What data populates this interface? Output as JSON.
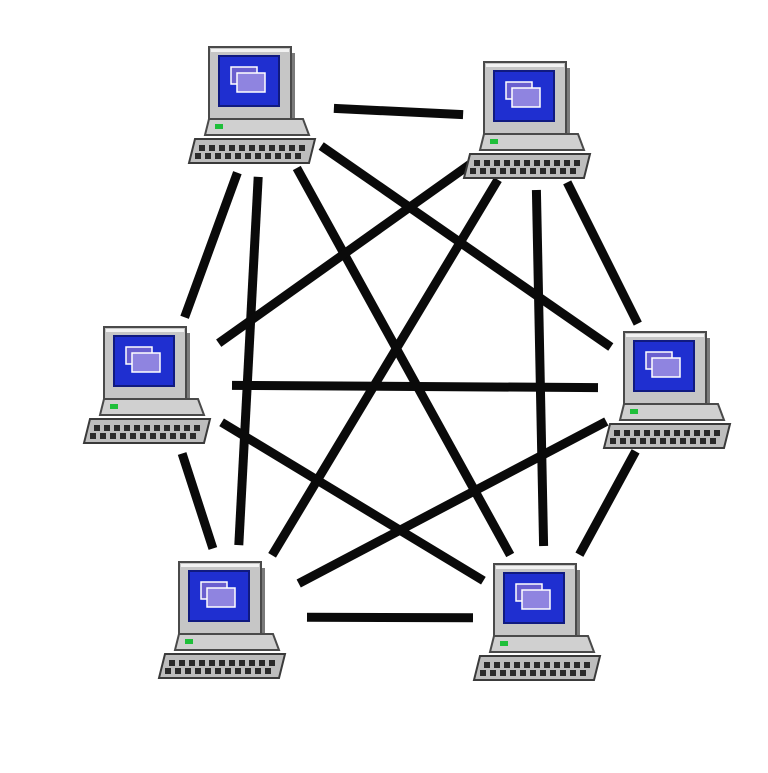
{
  "diagram": {
    "type": "full-mesh-network",
    "node_icon": "desktop-computer-icon",
    "nodes": [
      {
        "id": "top-left"
      },
      {
        "id": "top-right"
      },
      {
        "id": "middle-left"
      },
      {
        "id": "middle-right"
      },
      {
        "id": "bottom-left"
      },
      {
        "id": "bottom-right"
      }
    ],
    "links": [
      [
        "top-left",
        "top-right"
      ],
      [
        "top-left",
        "middle-left"
      ],
      [
        "top-left",
        "middle-right"
      ],
      [
        "top-left",
        "bottom-left"
      ],
      [
        "top-left",
        "bottom-right"
      ],
      [
        "top-right",
        "middle-left"
      ],
      [
        "top-right",
        "middle-right"
      ],
      [
        "top-right",
        "bottom-left"
      ],
      [
        "top-right",
        "bottom-right"
      ],
      [
        "middle-left",
        "middle-right"
      ],
      [
        "middle-left",
        "bottom-left"
      ],
      [
        "middle-left",
        "bottom-right"
      ],
      [
        "middle-right",
        "bottom-left"
      ],
      [
        "middle-right",
        "bottom-right"
      ],
      [
        "bottom-left",
        "bottom-right"
      ]
    ],
    "colors": {
      "link": "#0a0a0a",
      "case": "#c6c6c6",
      "case_shadow": "#7b7b7b",
      "screen": "#1f2fd0",
      "window": "#8f84e0",
      "power_led": "#1fbf3a",
      "background": "#ffffff"
    }
  }
}
